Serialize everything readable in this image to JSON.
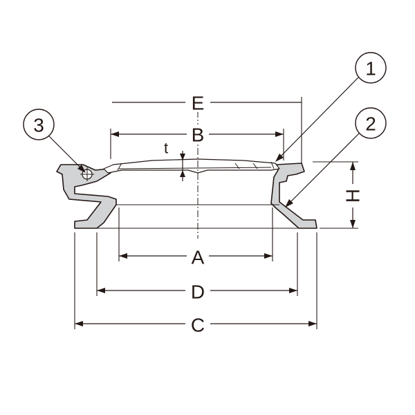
{
  "dimensions": {
    "A": "A",
    "B": "B",
    "C": "C",
    "D": "D",
    "E": "E",
    "H": "H",
    "t": "t"
  },
  "callouts": {
    "part1": "1",
    "part2": "2",
    "part3": "3"
  },
  "colors": {
    "line": "#231815",
    "part_fill": "#d2d3d5"
  }
}
